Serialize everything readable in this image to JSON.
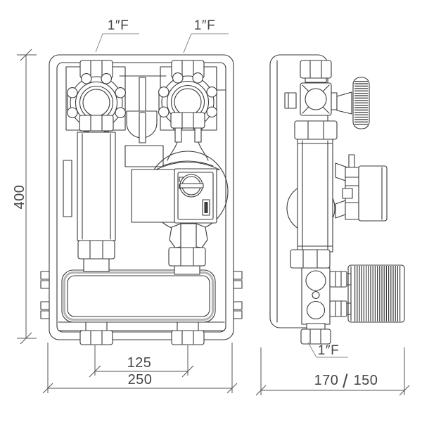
{
  "annotations": {
    "port_top_left": "1″F",
    "port_top_right": "1″F",
    "port_side_bottom": "1″F",
    "dim_height": "400",
    "dim_port_spacing": "125",
    "dim_width": "250",
    "dim_depth_primary": "170",
    "dim_depth_separator": "/",
    "dim_depth_secondary": "150"
  },
  "colors": {
    "line": "#3a3a3a",
    "dim": "#555555",
    "leader": "#8a8a8a",
    "insulation_shade": "#b5b5b5",
    "label_text": "#474747",
    "background": "#ffffff"
  }
}
